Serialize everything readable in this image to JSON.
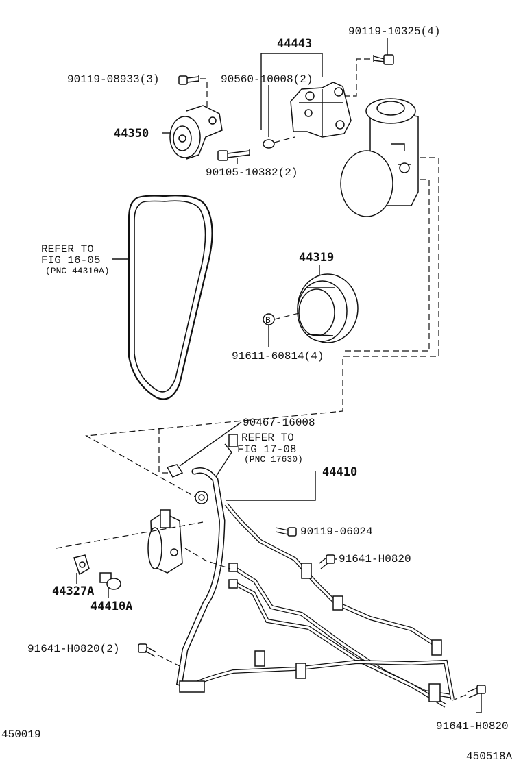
{
  "labels": {
    "p44443": "44443",
    "p90119_10325": "90119-10325(4)",
    "p90119_08933": "90119-08933(3)",
    "p90560_10008": "90560-10008(2)",
    "p44350": "44350",
    "p90105_10382": "90105-10382(2)",
    "refer1_line1": "REFER TO",
    "refer1_line2": "FIG 16-05",
    "refer1_line3": "(PNC 44310A)",
    "p44319": "44319",
    "p91611_60814": "91611-60814(4)",
    "p90467_16008": "90467-16008",
    "refer2_line1": "REFER TO",
    "refer2_line2": "FIG 17-08",
    "refer2_line3": "(PNC 17630)",
    "p44410": "44410",
    "p90119_06024": "90119-06024",
    "p91641_h0820_a": "91641-H0820",
    "p44327a": "44327A",
    "p44410a": "44410A",
    "p91641_h0820_2": "91641-H0820(2)",
    "p91641_h0820_b": "91641-H0820",
    "code_left": "450019",
    "code_right": "450518A",
    "washer_mark": "B"
  }
}
